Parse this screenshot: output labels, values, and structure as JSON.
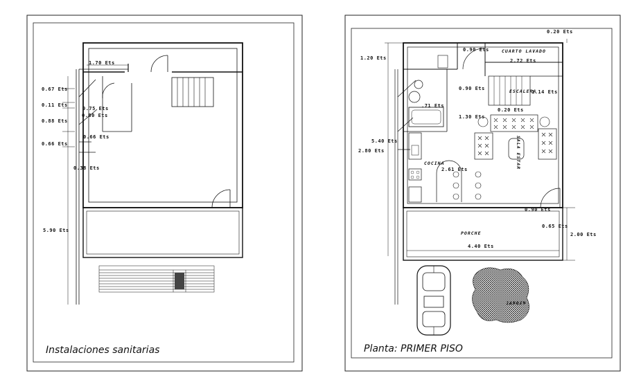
{
  "sheets": {
    "left": {
      "title": "Instalaciones sanitarias",
      "dims": {
        "d_top": "1.70 Ets",
        "d_067": "0.67 Ets",
        "d_011": "0.11 Ets",
        "d_075": "0.75 Ets",
        "d_080": "0.80 Ets",
        "d_088": "0.88 Ets",
        "d_066a": "0.66 Ets",
        "d_066b": "0.66 Ets",
        "d_038": "0.38 Ets",
        "d_590": "5.90 Ets"
      }
    },
    "right": {
      "title": "Planta: PRIMER  PISO",
      "dims": {
        "d_020": "0.20 Ets",
        "d_120": "1.20 Ets",
        "d_090a": "0.90 Ets",
        "d_272": "2.72 Ets",
        "d_090b": "0.90 Ets",
        "d_114": "1.14 Ets",
        "d_071": ".71 Ets",
        "d_130": "1.30 Ets",
        "d_020b": "0.20 Ets",
        "d_540": "5.40 Ets",
        "d_280": "2.80 Ets",
        "d_261": "2.61 Ets",
        "d_090c": "0.90 Ets",
        "d_065": "0.65 Ets",
        "d_200": "2.00 Ets",
        "d_440": "4.40 Ets"
      },
      "rooms": {
        "cuarto_lavado": "CUARTO LAVADO",
        "escalera": "ESCALERA",
        "cocina": "COCINA",
        "sala_estar": "SALA ESTAR",
        "porche": "PORCHE",
        "jardin": "JARDIN"
      }
    }
  }
}
